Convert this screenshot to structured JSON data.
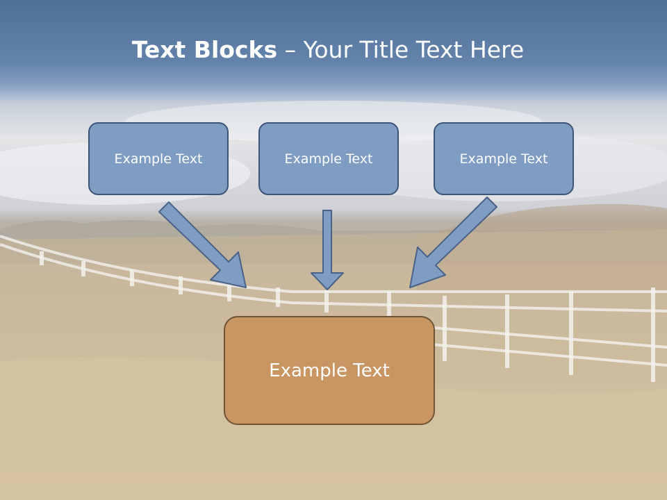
{
  "title": {
    "bold": "Text Blocks",
    "separator": " – ",
    "rest": "Your Title Text Here"
  },
  "blocks": {
    "left": "Example Text",
    "middle": "Example Text",
    "right": "Example Text",
    "bottom": "Example Text"
  },
  "colors": {
    "top_box_fill": "#7f9cc2",
    "top_box_border": "#3d5478",
    "bottom_box_fill": "#c99663",
    "bottom_box_border": "#6f5433",
    "arrow_fill": "#7f9cc2",
    "arrow_border": "#4a6287"
  }
}
